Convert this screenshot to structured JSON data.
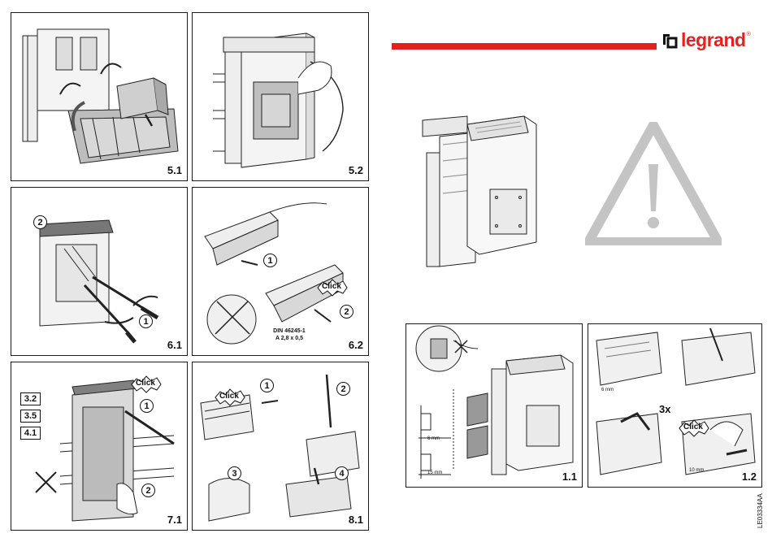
{
  "brand": {
    "name": "legrand",
    "registered": "®",
    "accent": "#e4211b"
  },
  "doc_code": "LE03334AA",
  "panels": [
    {
      "id": "5.1",
      "label": "5.1"
    },
    {
      "id": "5.2",
      "label": "5.2"
    },
    {
      "id": "6.1",
      "label": "6.1",
      "callouts": [
        "2",
        "1"
      ]
    },
    {
      "id": "6.2",
      "label": "6.2",
      "callouts": [
        "1",
        "2"
      ],
      "click": "Click",
      "din_line1": "DIN 46245-1",
      "din_line2": "A 2,8 x 0,5"
    },
    {
      "id": "7.1",
      "label": "7.1",
      "callouts": [
        "1",
        "2"
      ],
      "click": "Click",
      "refs": [
        "3.2",
        "3.5",
        "4.1"
      ]
    },
    {
      "id": "8.1",
      "label": "8.1",
      "callouts": [
        "1",
        "2",
        "3",
        "4"
      ],
      "click": "Click"
    },
    {
      "id": "1.1",
      "label": "1.1",
      "dims": [
        "6 mm",
        "15 mm"
      ]
    },
    {
      "id": "1.2",
      "label": "1.2",
      "repeat": "3x",
      "click": "Click",
      "dims": [
        "6 mm",
        "10 mm"
      ]
    }
  ],
  "colors": {
    "warning_grey": "#c4c4c4",
    "line": "#1a1a1a"
  }
}
